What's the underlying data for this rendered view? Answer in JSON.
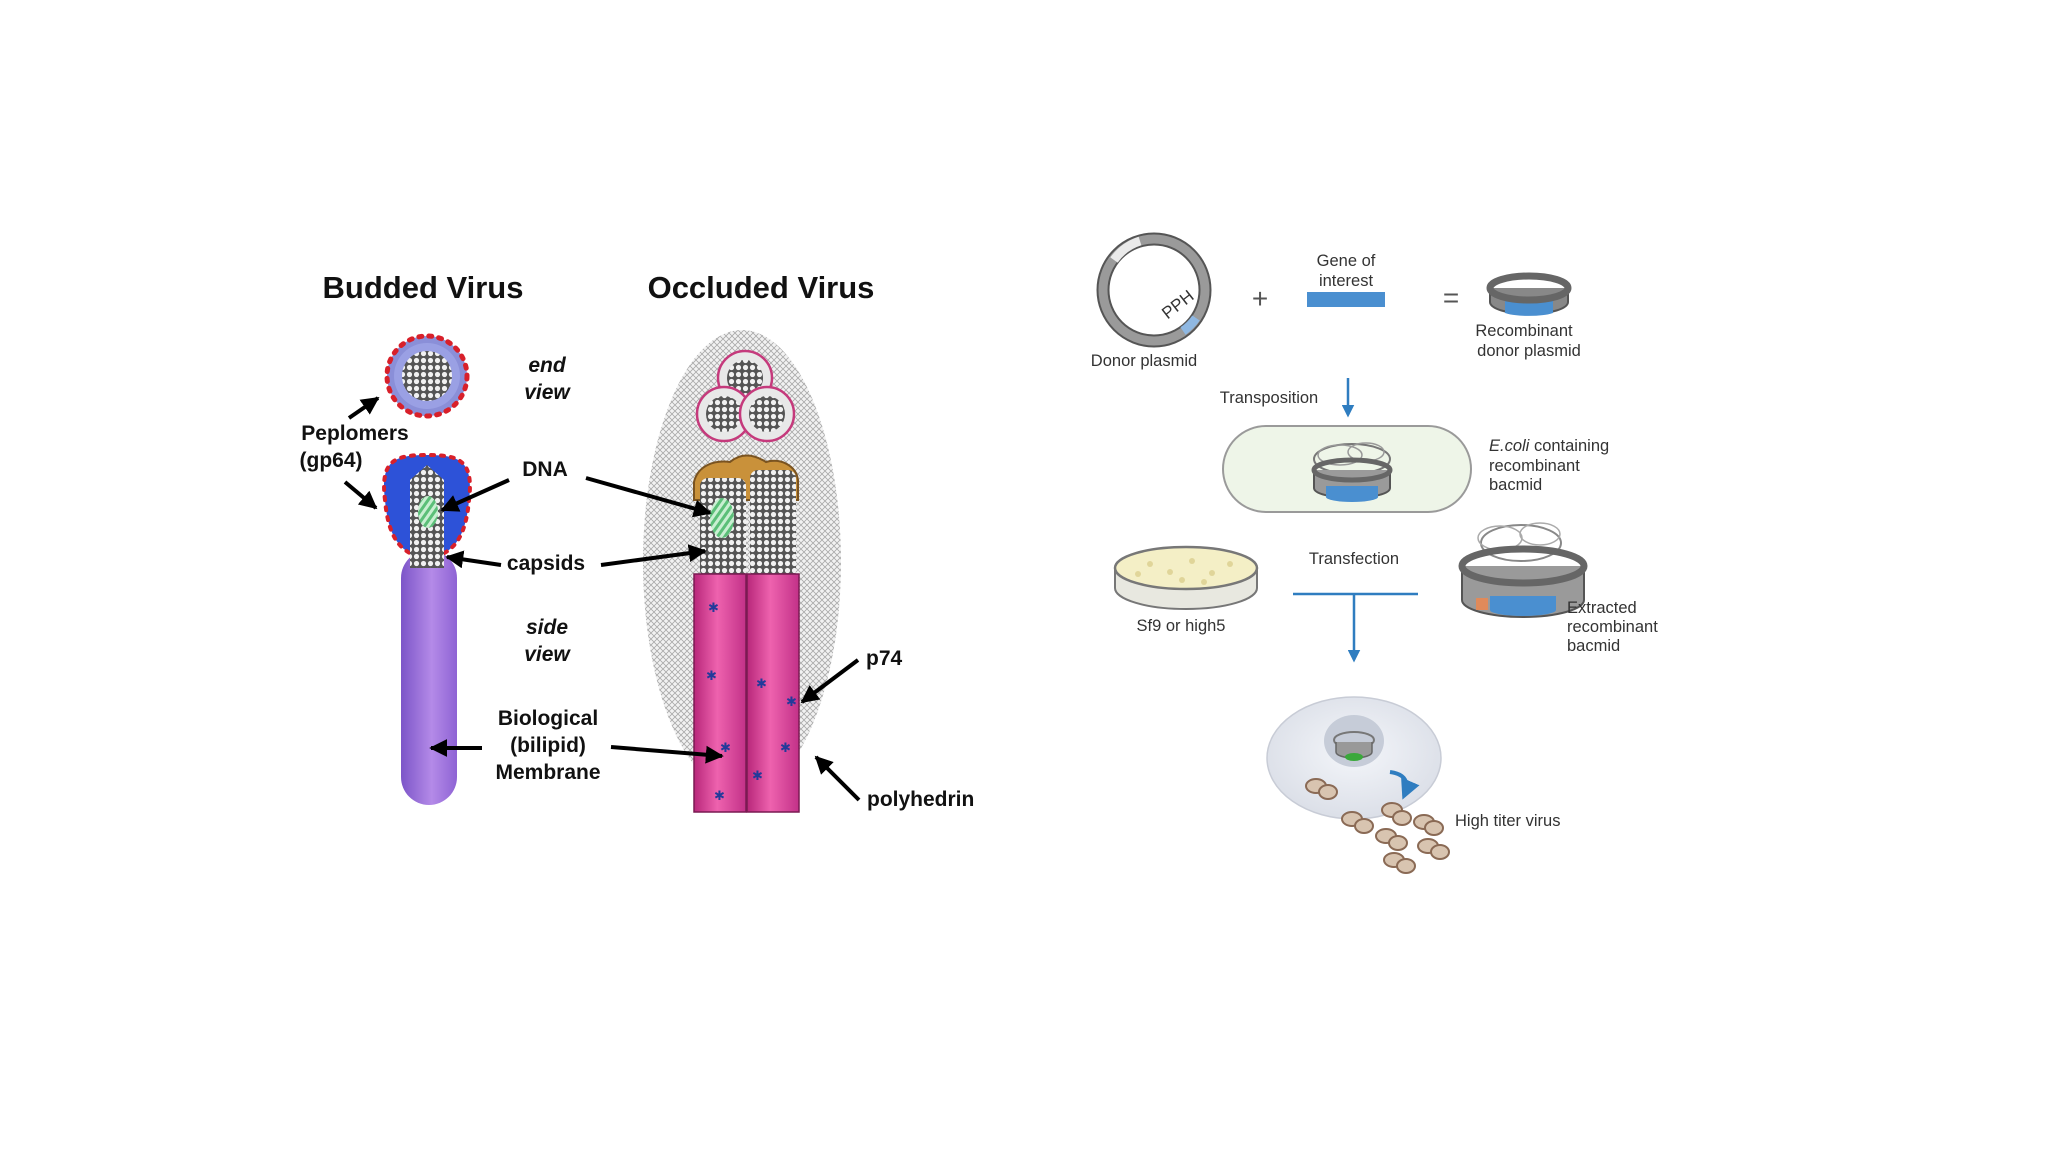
{
  "colors": {
    "membrane_purple": "#a87be0",
    "envelope_blue": "#2d52d8",
    "peplomer_red": "#d8202a",
    "polyhedrin_pink": "#e0489e",
    "dna_green": "#8fd6a0",
    "plasmid_blue": "#4a8fd0",
    "arrow_blue": "#2f7dc0",
    "dish_yellow": "#f4efc6",
    "gfp_green": "#3aa83a"
  },
  "left_diagram": {
    "budded_title": "Budded Virus",
    "occluded_title": "Occluded Virus",
    "end_view": [
      "end",
      "view"
    ],
    "side_view": [
      "side",
      "view"
    ],
    "peplomers": [
      "Peplomers",
      "(gp64)"
    ],
    "dna": "DNA",
    "capsids": "capsids",
    "membrane": [
      "Biological",
      "(bilipid)",
      "Membrane"
    ],
    "p74": "p74",
    "polyhedrin": "polyhedrin"
  },
  "right_diagram": {
    "donor_plasmid": "Donor plasmid",
    "promoter": "PPH",
    "plus": "+",
    "gene_of_interest": [
      "Gene of",
      "interest"
    ],
    "equals": "=",
    "recombinant_donor": [
      "Recombinant",
      "donor plasmid"
    ],
    "transposition": "Transposition",
    "ecoli_italic": "E.coli",
    "ecoli_rest": " containing",
    "ecoli_lines": [
      "recombinant",
      "bacmid"
    ],
    "sf9": "Sf9 or high5",
    "transfection": "Transfection",
    "extracted": [
      "Extracted",
      "recombinant",
      "bacmid"
    ],
    "high_titer": "High titer virus"
  }
}
